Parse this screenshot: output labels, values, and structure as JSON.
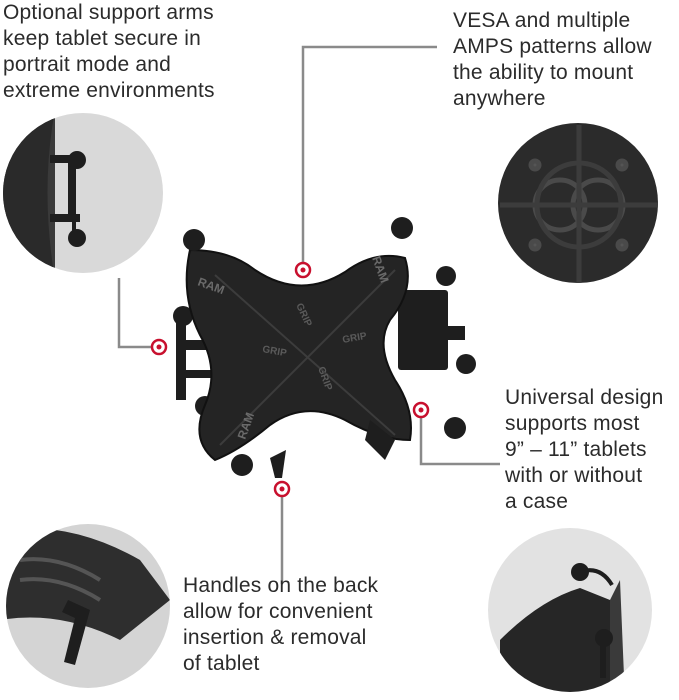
{
  "callouts": {
    "arms": "Optional support arms\nkeep tablet secure in\nportrait mode and\nextreme environments",
    "vesa": "VESA and multiple\nAMPS patterns allow\nthe ability to mount\nanywhere",
    "universal": "Universal design\nsupports most\n9” – 11” tablets\nwith or without\na case",
    "handles": "Handles on the back\nallow for convenient\ninsertion & removal\nof tablet"
  },
  "product": {
    "brand_marks": [
      "RAM",
      "RAM",
      "RAM"
    ],
    "grip_marks": [
      "GRIP",
      "GRIP",
      "GRIP",
      "GRIP"
    ]
  },
  "colors": {
    "text": "#2b2b2b",
    "leader_line": "#8a8a8a",
    "marker": "#c8102e",
    "cradle": "#1e1e1e",
    "detail_circle_bg": "#e8e8e8"
  }
}
